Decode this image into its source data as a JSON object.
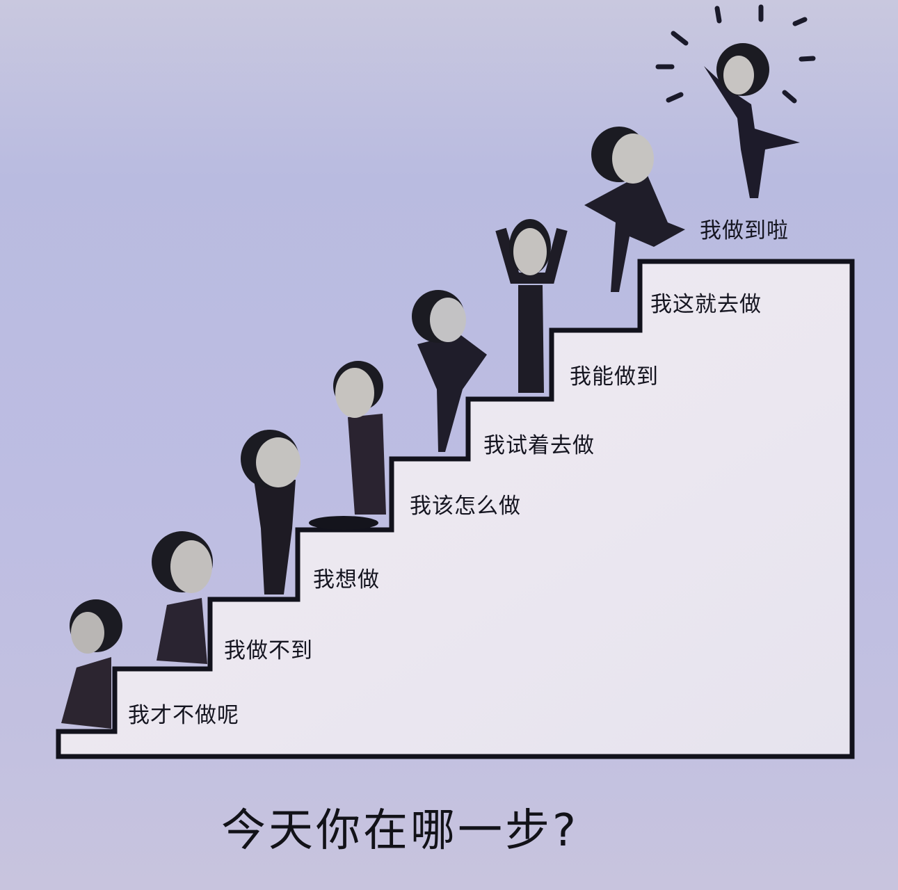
{
  "title": "今天你在哪一步?",
  "steps": [
    {
      "level": 1,
      "label": "我才不做呢"
    },
    {
      "level": 2,
      "label": "我做不到"
    },
    {
      "level": 3,
      "label": "我想做"
    },
    {
      "level": 4,
      "label": "我该怎么做"
    },
    {
      "level": 5,
      "label": "我试着去做"
    },
    {
      "level": 6,
      "label": "我能做到"
    },
    {
      "level": 7,
      "label": "我这就去做"
    },
    {
      "level": 8,
      "label": "我做到啦"
    }
  ],
  "colors": {
    "background": "#bcbde1",
    "stair_fill": "#ebe8f1",
    "stair_outline": "#12121c",
    "text": "#151520"
  }
}
